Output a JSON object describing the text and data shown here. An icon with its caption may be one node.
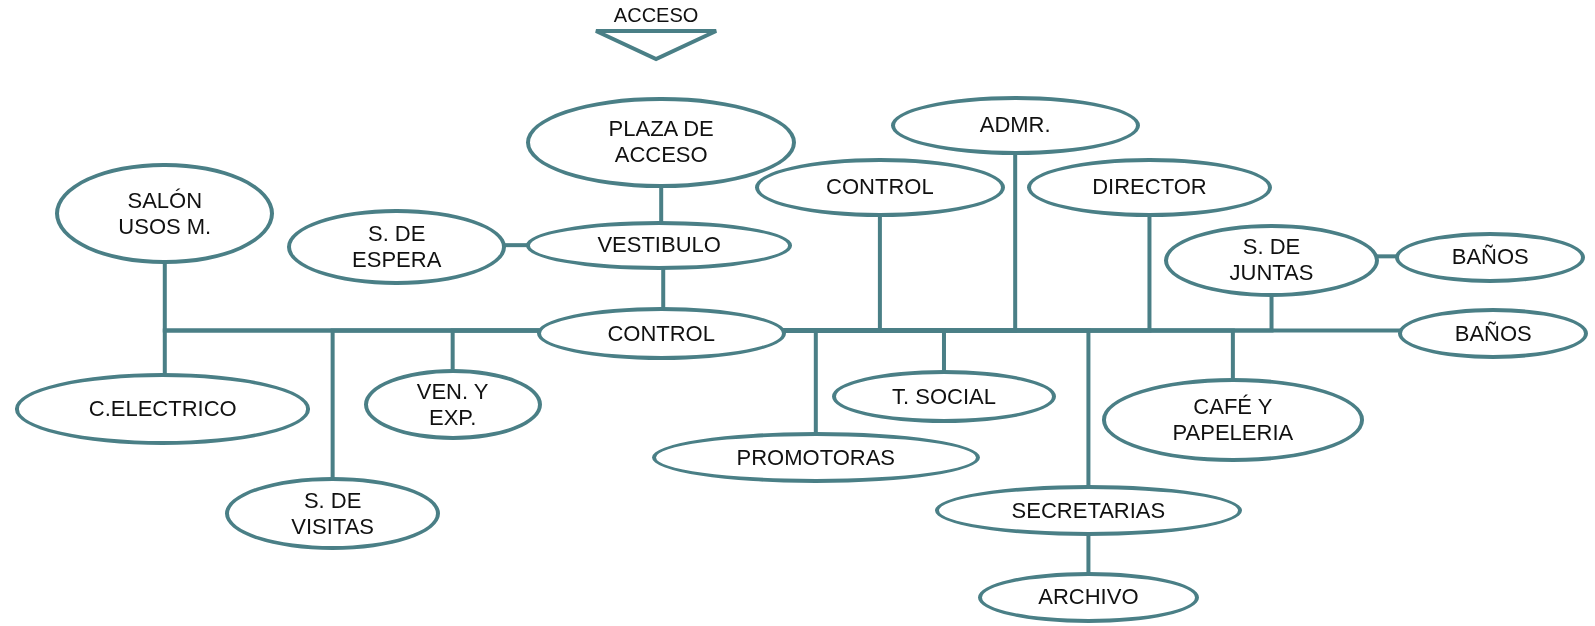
{
  "diagram": {
    "nodes": [
      {
        "text": [
          "ACCESO"
        ]
      },
      {
        "text": [
          "PLAZA DE ACCESO"
        ]
      },
      {
        "text": [
          "ADMR."
        ]
      },
      {
        "text": [
          "SALÓN USOS M."
        ]
      },
      {
        "text": [
          "CONTROL"
        ]
      },
      {
        "text": [
          "DIRECTOR"
        ]
      },
      {
        "text": [
          "S. DE ESPERA"
        ]
      },
      {
        "text": [
          "VESTIBULO"
        ]
      },
      {
        "text": [
          "S. DE JUNTAS"
        ]
      },
      {
        "text": [
          "BAÑOS"
        ]
      },
      {
        "text": [
          "CONTROL"
        ]
      },
      {
        "text": [
          "BAÑOS"
        ]
      },
      {
        "text": [
          "C.ELECTRICO"
        ]
      },
      {
        "text": [
          "VEN. Y EXP."
        ]
      },
      {
        "text": [
          "T. SOCIAL"
        ]
      },
      {
        "text": [
          "CAFÉ Y PAPELERIA"
        ]
      },
      {
        "text": [
          "PROMOTORAS"
        ]
      },
      {
        "text": [
          "S. DE VISITAS"
        ]
      },
      {
        "text": [
          "SECRETARIAS"
        ]
      },
      {
        "text": [
          "ARCHIVO"
        ]
      }
    ],
    "edges": [
      {
        "from": 1,
        "to": 7,
        "arrow": "none"
      },
      {
        "from": 6,
        "to": 7,
        "arrow": "none"
      },
      {
        "from": 7,
        "to": 10,
        "arrow": "none"
      },
      {
        "from": 10,
        "to": 3,
        "arrow": "none"
      },
      {
        "from": 10,
        "to": 12,
        "arrow": "none"
      },
      {
        "from": 10,
        "to": 17,
        "arrow": "none"
      },
      {
        "from": 10,
        "to": 13,
        "arrow": "none"
      },
      {
        "from": 10,
        "to": 16,
        "arrow": "none"
      },
      {
        "from": 10,
        "to": 4,
        "arrow": "none"
      },
      {
        "from": 10,
        "to": 14,
        "arrow": "none"
      },
      {
        "from": 10,
        "to": 2,
        "arrow": "none"
      },
      {
        "from": 10,
        "to": 18,
        "arrow": "none"
      },
      {
        "from": 10,
        "to": 5,
        "arrow": "none"
      },
      {
        "from": 10,
        "to": 15,
        "arrow": "none"
      },
      {
        "from": 10,
        "to": 8,
        "arrow": "none"
      },
      {
        "from": 10,
        "to": 11,
        "arrow": "none"
      },
      {
        "from": 8,
        "to": 9,
        "arrow": "none"
      },
      {
        "from": 18,
        "to": 19,
        "arrow": "none"
      }
    ]
  }
}
